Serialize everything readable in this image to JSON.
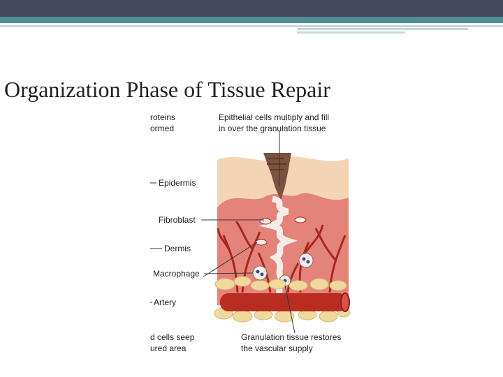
{
  "slide": {
    "title": "Organization Phase of Tissue Repair"
  },
  "figure": {
    "labels": {
      "top_left_1": "roteins",
      "top_left_2": "ormed",
      "top_right_1": "Epithelial cells multiply and fill",
      "top_right_2": "in over the granulation tissue",
      "epidermis": "Epidermis",
      "fibroblast": "Fibroblast",
      "dermis": "Dermis",
      "macrophage": "Macrophage",
      "artery": "Artery",
      "bottom_left_1": "d cells seep",
      "bottom_left_2": "ured area",
      "bottom_right_1": "Granulation tissue restores",
      "bottom_right_2": "the vascular supply"
    }
  },
  "colors": {
    "header_dark": "#434759",
    "header_teal": "#4e8d95",
    "epidermis": "#f3d4b4",
    "dermis": "#e4837a",
    "artery": "#b92c22",
    "fat": "#f1d89d",
    "scab": "#7d5140"
  }
}
